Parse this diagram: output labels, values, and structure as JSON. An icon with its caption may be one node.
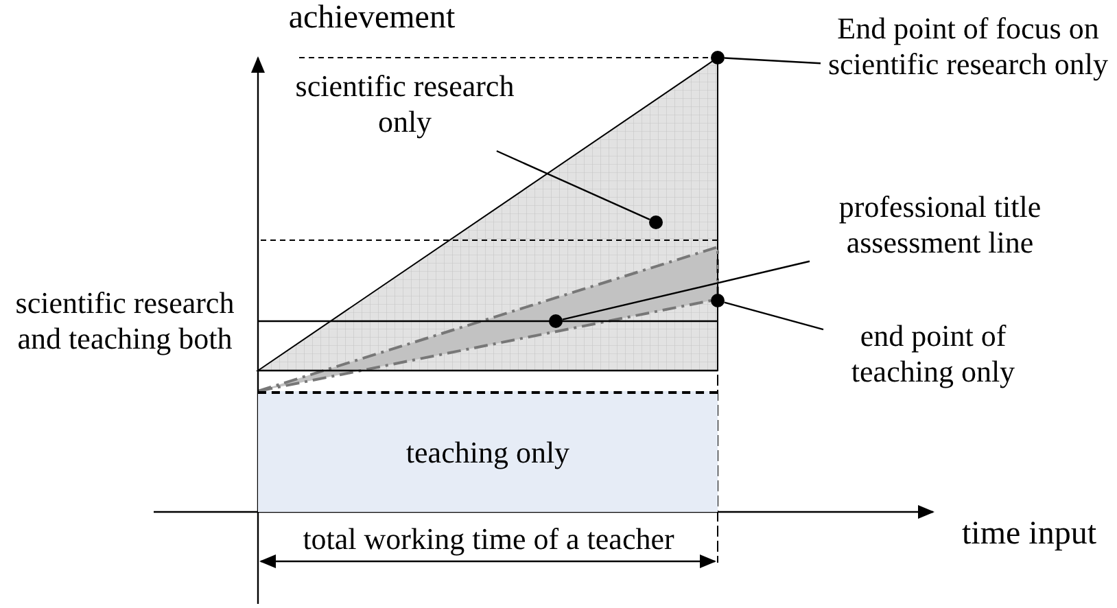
{
  "diagram": {
    "nodes": [
      {
        "text": [
          "End point of focus on scientific research only"
        ]
      },
      {
        "text": [],
        "shape": "circle"
      },
      {
        "text": [
          "scientific research only"
        ]
      },
      {
        "text": [],
        "shape": "circle"
      },
      {
        "text": [
          "professional title assessment line"
        ]
      },
      {
        "text": [],
        "shape": "circle"
      },
      {
        "text": [
          "end point of teaching only"
        ]
      },
      {
        "text": [],
        "shape": "circle"
      },
      {
        "text": [
          "teaching only"
        ]
      }
    ],
    "edges": [
      {
        "from": 0,
        "to": 1,
        "arrow": "none"
      },
      {
        "from": 2,
        "to": 3,
        "arrow": "none"
      },
      {
        "from": 4,
        "to": 5,
        "arrow": "none"
      },
      {
        "from": 6,
        "to": 7,
        "arrow": "none"
      }
    ],
    "labels": [
      "achievement",
      "scientific research and teaching both",
      "time input",
      "total working time of a teacher"
    ]
  }
}
